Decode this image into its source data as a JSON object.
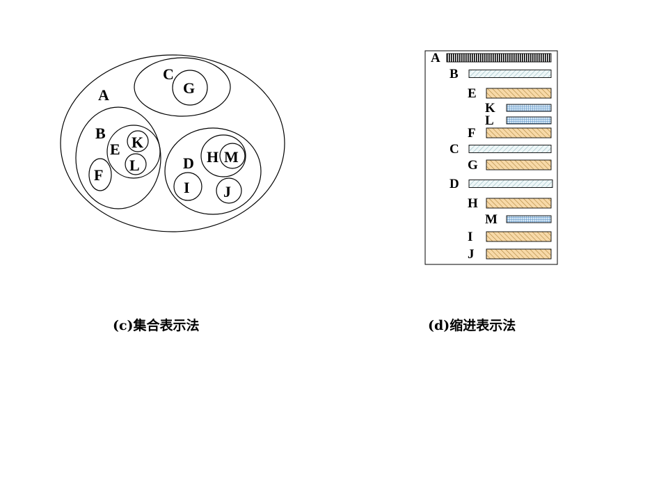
{
  "set_diagram": {
    "caption": "(c)集合表示法",
    "nodes": {
      "A": "A",
      "B": "B",
      "C": "C",
      "D": "D",
      "E": "E",
      "F": "F",
      "G": "G",
      "H": "H",
      "I": "I",
      "J": "J",
      "K": "K",
      "L": "L",
      "M": "M"
    }
  },
  "indent_diagram": {
    "caption": "(d)缩进表示法",
    "rows": [
      {
        "label": "A",
        "level": 0,
        "pattern": "vertical-stripes"
      },
      {
        "label": "B",
        "level": 1,
        "pattern": "diagonal-light"
      },
      {
        "label": "E",
        "level": 2,
        "pattern": "diagonal-orange"
      },
      {
        "label": "K",
        "level": 3,
        "pattern": "grid-blue"
      },
      {
        "label": "L",
        "level": 3,
        "pattern": "grid-blue"
      },
      {
        "label": "F",
        "level": 2,
        "pattern": "diagonal-orange"
      },
      {
        "label": "C",
        "level": 1,
        "pattern": "diagonal-light"
      },
      {
        "label": "G",
        "level": 2,
        "pattern": "diagonal-orange"
      },
      {
        "label": "D",
        "level": 1,
        "pattern": "diagonal-light"
      },
      {
        "label": "H",
        "level": 2,
        "pattern": "diagonal-orange"
      },
      {
        "label": "M",
        "level": 3,
        "pattern": "grid-blue"
      },
      {
        "label": "I",
        "level": 2,
        "pattern": "diagonal-orange"
      },
      {
        "label": "J",
        "level": 2,
        "pattern": "diagonal-orange"
      }
    ]
  },
  "colors": {
    "stroke": "#000000",
    "light_stripe": "#9fc3c8",
    "orange_fill": "#f7d9a8",
    "orange_stripe": "#b0853a",
    "blue_fill": "#d5e8f7",
    "blue_grid": "#3a78b5"
  }
}
